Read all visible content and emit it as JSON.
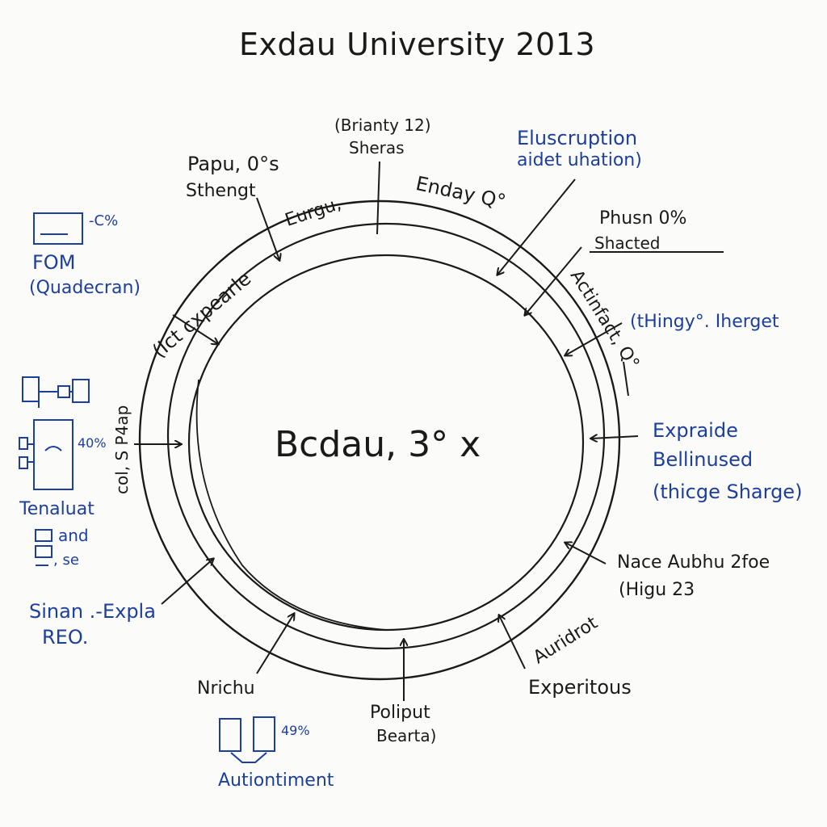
{
  "title": "Exdau University 2013",
  "center_label": "Bcdau, 3° x",
  "labels": {
    "papu": "Papu, 0°s",
    "sthengt": "Sthengt",
    "brianty": "(Brianty 12)",
    "sheras": "Sheras",
    "eurgu": "Eurgu,",
    "enday": "Enday Q°",
    "eluscruption": "Eluscruption",
    "aidet": "aidet uhation)",
    "phusn": "Phusn 0%",
    "shacted": "Shacted",
    "actinfact": "Actinfact, Q°",
    "thingy": "(tHingy°. Iherget",
    "expraide": "Expraide",
    "bellinused": "Bellinused",
    "thicge": "(thicge Sharge)",
    "nace": "Nace Aubhu 2foe",
    "higu": "(Higu 23",
    "auridrot": "Auridrot",
    "experitous": "Experitous",
    "poliput": "Poliput",
    "bearta": "Bearta)",
    "nrichu": "Nrichu",
    "sinan": "Sinan .-Expla",
    "reo": "REO.",
    "tenaluat": "Tenaluat",
    "and": "and",
    "se": ", se",
    "ict": "(Ict cxpearle",
    "col": "col, S P4ap",
    "fom": "FOM",
    "quadecran": "(Quadecran)",
    "cpct": "-C%",
    "pct40": "40%",
    "pct49": "49%",
    "autiontiment": "Autiontiment"
  },
  "colors": {
    "ink_black": "#1a1a1a",
    "ink_blue": "#1c3f9c",
    "paper": "#fbfbf9"
  }
}
